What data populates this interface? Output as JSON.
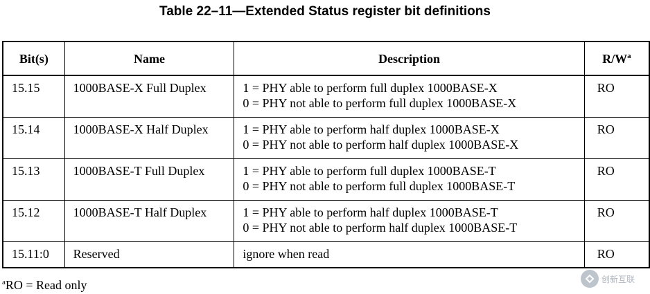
{
  "caption": "Table 22–11—Extended Status register bit definitions",
  "headers": {
    "bits": "Bit(s)",
    "name": "Name",
    "description": "Description",
    "rw": "R/W",
    "rw_sup": "a"
  },
  "rows": [
    {
      "bits": "15.15",
      "name": "1000BASE-X Full Duplex",
      "desc1": "1 = PHY able to perform full duplex 1000BASE-X",
      "desc2": "0 = PHY not able to perform full duplex 1000BASE-X",
      "rw": "RO"
    },
    {
      "bits": "15.14",
      "name": "1000BASE-X Half Duplex",
      "desc1": "1 = PHY able to perform half duplex 1000BASE-X",
      "desc2": "0 = PHY not able to perform half duplex 1000BASE-X",
      "rw": "RO"
    },
    {
      "bits": "15.13",
      "name": "1000BASE-T Full Duplex",
      "desc1": "1 = PHY able to perform full duplex 1000BASE-T",
      "desc2": "0 = PHY not able to perform full duplex 1000BASE-T",
      "rw": "RO"
    },
    {
      "bits": "15.12",
      "name": "1000BASE-T Half Duplex",
      "desc1": "1 = PHY able to perform half duplex 1000BASE-T",
      "desc2": "0 = PHY not able to perform half duplex 1000BASE-T",
      "rw": "RO"
    },
    {
      "bits": "15.11:0",
      "name": "Reserved",
      "desc1": "ignore when read",
      "desc2": "",
      "rw": "RO"
    }
  ],
  "footnote": {
    "marker": "a",
    "text": "RO = Read only"
  },
  "watermark": {
    "icon": "watermark-logo-icon",
    "text": "创新互联"
  }
}
